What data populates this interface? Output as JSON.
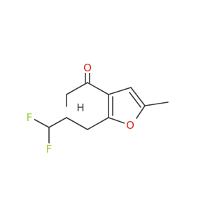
{
  "molecule": {
    "atoms": {
      "o_carbonyl": {
        "symbol": "O",
        "color": "#e1261c"
      },
      "o_ring": {
        "symbol": "O",
        "color": "#e1261c"
      },
      "f_upper": {
        "symbol": "F",
        "color": "#9acd32"
      },
      "f_lower": {
        "symbol": "F",
        "color": "#9acd32"
      },
      "h_stereo": {
        "symbol": "H",
        "color": "#3a3a3a"
      }
    },
    "bond_color": "#3a3a3a"
  }
}
